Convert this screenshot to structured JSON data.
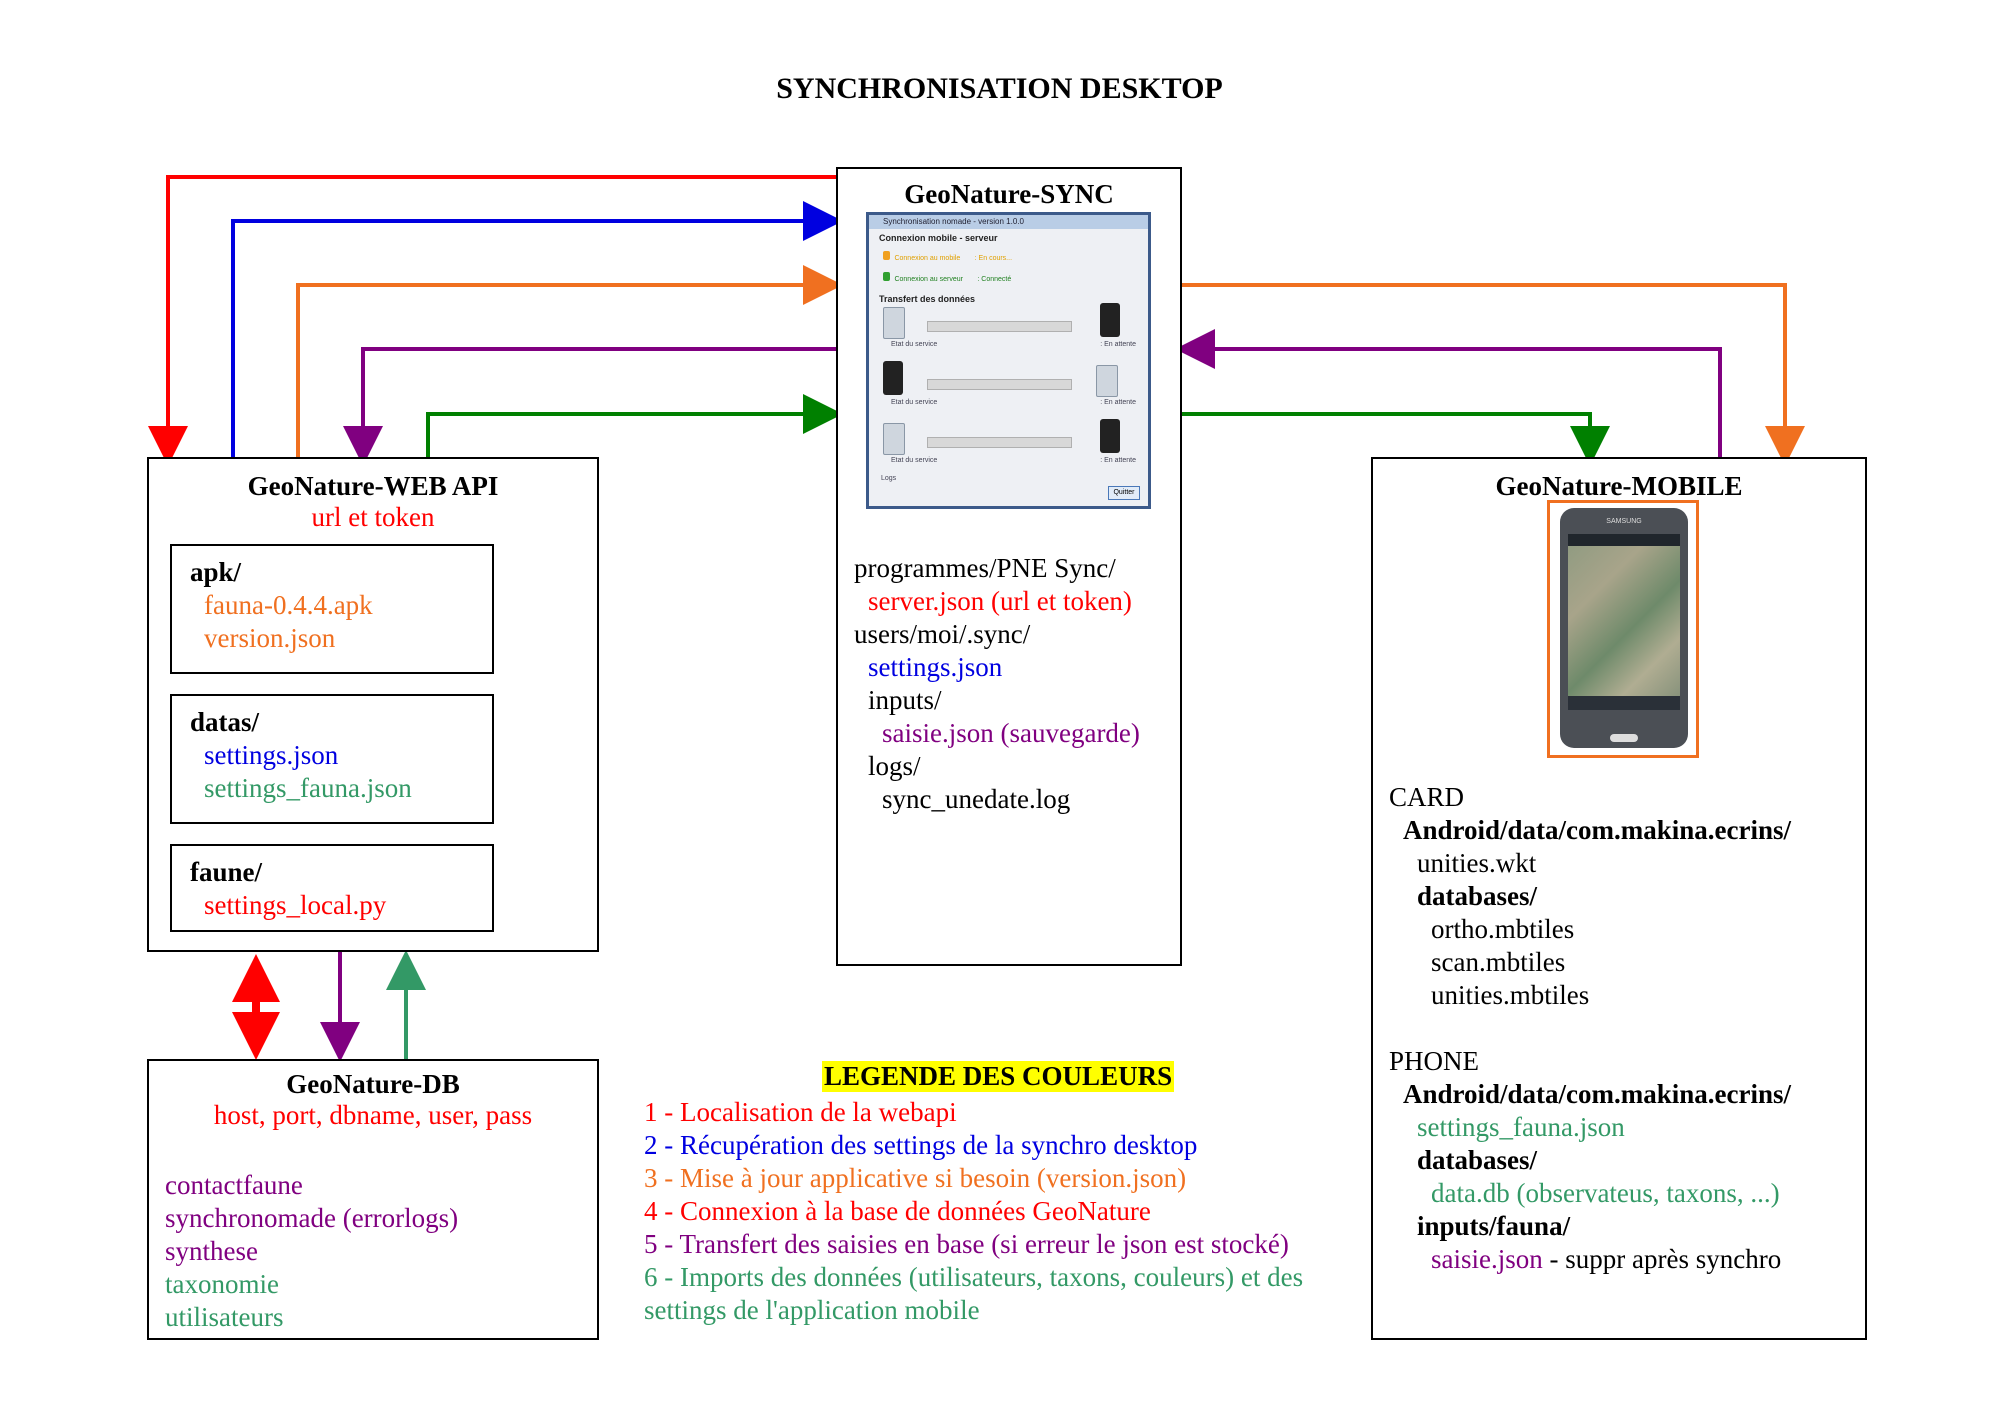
{
  "title": "SYNCHRONISATION DESKTOP",
  "webapi": {
    "title": "GeoNature-WEB API",
    "subtitle": "url et token",
    "apk": {
      "label": "apk/",
      "items": [
        "fauna-0.4.4.apk",
        "version.json"
      ]
    },
    "datas": {
      "label": "datas/",
      "items": [
        "settings.json",
        "settings_fauna.json"
      ]
    },
    "faune": {
      "label": "faune/",
      "items": [
        "settings_local.py"
      ]
    }
  },
  "sync": {
    "title": "GeoNature-SYNC",
    "screenshot": {
      "window_title": "Synchronisation nomade - version 1.0.0",
      "section1": "Connexion mobile - serveur",
      "conn_mobile": "Connexion au mobile",
      "conn_mobile_status": ": En cours...",
      "conn_server": "Connexion au serveur",
      "conn_server_status": ": Connecté",
      "section2": "Transfert des données",
      "row_state": "Etat du service",
      "row_wait": ": En attente",
      "logs": "Logs",
      "quit": "Quitter"
    },
    "lines": [
      "programmes/PNE Sync/",
      "server.json (url et token)",
      "users/moi/.sync/",
      "settings.json",
      "inputs/",
      "saisie.json (sauvegarde)",
      "logs/",
      "sync_unedate.log"
    ]
  },
  "mobile": {
    "title": "GeoNature-MOBILE",
    "phone_brand": "SAMSUNG",
    "card": {
      "label": "CARD",
      "path": "Android/data/com.makina.ecrins/",
      "unities": "unities.wkt",
      "databases": "databases/",
      "db_items": [
        "ortho.mbtiles",
        "scan.mbtiles",
        "unities.mbtiles"
      ]
    },
    "phone": {
      "label": "PHONE",
      "path": "Android/data/com.makina.ecrins/",
      "settings": "settings_fauna.json",
      "databases": "databases/",
      "db_item": "data.db (observateus, taxons, ...)",
      "inputs": "inputs/fauna/",
      "saisie": "saisie.json",
      "saisie_note": " - suppr après synchro"
    }
  },
  "db": {
    "title": "GeoNature-DB",
    "subtitle": "host, port, dbname, user, pass",
    "items": [
      "contactfaune",
      "synchronomade (errorlogs)",
      "synthese",
      "taxonomie",
      "utilisateurs"
    ]
  },
  "legend": {
    "title": "LEGENDE DES COULEURS",
    "items": [
      "1 - Localisation de la webapi",
      "2 - Récupération des settings de la synchro desktop",
      "3 - Mise à jour applicative si besoin (version.json)",
      "4 - Connexion à la base de données GeoNature",
      "5 - Transfert des saisies en base  (si erreur le json est stocké)",
      "6 - Imports des données (utilisateurs, taxons, couleurs) et des",
      "settings de l'application mobile"
    ]
  },
  "colors": {
    "red": "#ff0000",
    "blue": "#0000e0",
    "orange": "#f07020",
    "purple": "#800080",
    "green": "#008000",
    "teal_green": "#339966",
    "highlight": "#ffff00"
  }
}
